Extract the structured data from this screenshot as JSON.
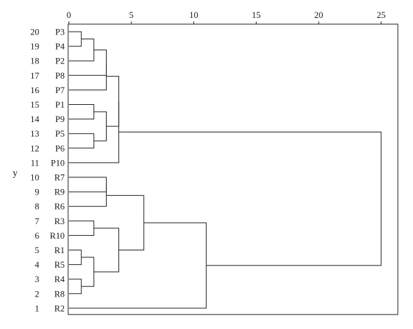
{
  "chart_data": {
    "type": "dendrogram",
    "orientation": "horizontal",
    "ylabel": "y",
    "xlim": [
      0,
      25
    ],
    "x_ticks": [
      0,
      5,
      10,
      15,
      20,
      25
    ],
    "x_tick_labels": [
      "0",
      "5",
      "10",
      "15",
      "20",
      "25"
    ],
    "leaves": [
      {
        "index": "20",
        "label": "P3"
      },
      {
        "index": "19",
        "label": "P4"
      },
      {
        "index": "18",
        "label": "P2"
      },
      {
        "index": "17",
        "label": "P8"
      },
      {
        "index": "16",
        "label": "P7"
      },
      {
        "index": "15",
        "label": "P1"
      },
      {
        "index": "14",
        "label": "P9"
      },
      {
        "index": "13",
        "label": "P5"
      },
      {
        "index": "12",
        "label": "P6"
      },
      {
        "index": "11",
        "label": "P10"
      },
      {
        "index": "10",
        "label": "R7"
      },
      {
        "index": "9",
        "label": "R9"
      },
      {
        "index": "8",
        "label": "R6"
      },
      {
        "index": "7",
        "label": "R3"
      },
      {
        "index": "6",
        "label": "R10"
      },
      {
        "index": "5",
        "label": "R1"
      },
      {
        "index": "4",
        "label": "R5"
      },
      {
        "index": "3",
        "label": "R4"
      },
      {
        "index": "2",
        "label": "R8"
      },
      {
        "index": "1",
        "label": "R2"
      }
    ],
    "merges": [
      {
        "id": "A",
        "children": [
          "P3",
          "P4"
        ],
        "height": 1
      },
      {
        "id": "B",
        "children": [
          "A",
          "P2"
        ],
        "height": 2
      },
      {
        "id": "C",
        "children": [
          "P1",
          "P9"
        ],
        "height": 2
      },
      {
        "id": "D",
        "children": [
          "P5",
          "P6"
        ],
        "height": 2
      },
      {
        "id": "E",
        "children": [
          "B",
          "P8"
        ],
        "height": 3
      },
      {
        "id": "F",
        "children": [
          "C",
          "D"
        ],
        "height": 3
      },
      {
        "id": "G",
        "children": [
          "E",
          "P7"
        ],
        "height": 3
      },
      {
        "id": "H",
        "children": [
          "G",
          "F"
        ],
        "height": 4
      },
      {
        "id": "I",
        "children": [
          "H",
          "P10"
        ],
        "height": 4
      },
      {
        "id": "J",
        "children": [
          "R1",
          "R5"
        ],
        "height": 1
      },
      {
        "id": "K",
        "children": [
          "R4",
          "R8"
        ],
        "height": 1
      },
      {
        "id": "L",
        "children": [
          "J",
          "K"
        ],
        "height": 2
      },
      {
        "id": "M",
        "children": [
          "R3",
          "R10"
        ],
        "height": 2
      },
      {
        "id": "N",
        "children": [
          "M",
          "L"
        ],
        "height": 4
      },
      {
        "id": "O",
        "children": [
          "R7",
          "R9"
        ],
        "height": 3
      },
      {
        "id": "Pm",
        "children": [
          "O",
          "R6"
        ],
        "height": 3
      },
      {
        "id": "Q",
        "children": [
          "Pm",
          "N"
        ],
        "height": 6
      },
      {
        "id": "Rm",
        "children": [
          "Q",
          "R2"
        ],
        "height": 11
      },
      {
        "id": "S",
        "children": [
          "I",
          "Rm"
        ],
        "height": 25
      }
    ]
  }
}
